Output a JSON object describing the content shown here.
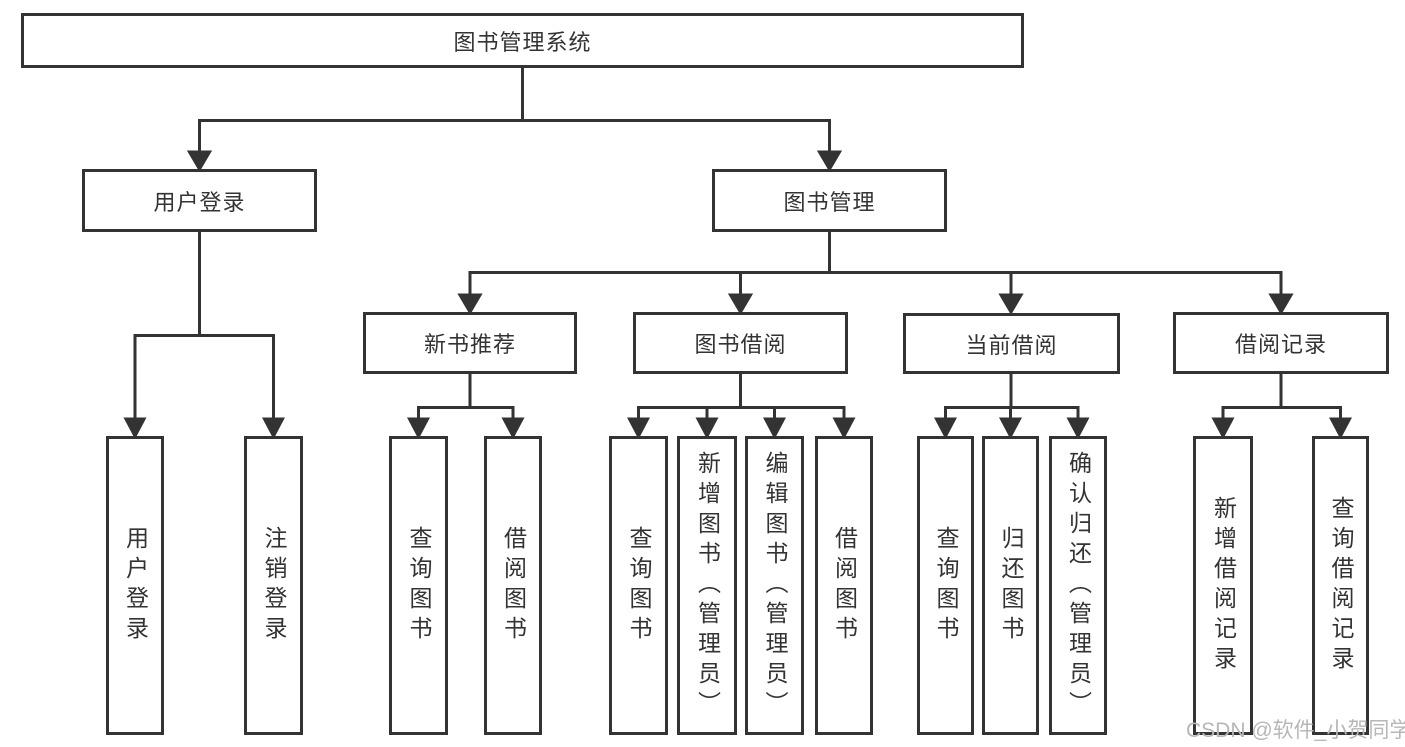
{
  "nodes": {
    "root": {
      "label": "图书管理系统"
    },
    "user_login": {
      "label": "用户登录"
    },
    "book_mgmt": {
      "label": "图书管理"
    },
    "new_book_rec": {
      "label": "新书推荐"
    },
    "book_borrow": {
      "label": "图书借阅"
    },
    "current_borrow": {
      "label": "当前借阅"
    },
    "borrow_records": {
      "label": "借阅记录"
    },
    "ul_login": {
      "label": "用户登录"
    },
    "ul_logout": {
      "label": "注销登录"
    },
    "nb_search": {
      "label": "查询图书"
    },
    "nb_borrow": {
      "label": "借阅图书"
    },
    "bb_search": {
      "label": "查询图书"
    },
    "bb_add": {
      "label": "新增图书（管理员）"
    },
    "bb_edit": {
      "label": "编辑图书（管理员）"
    },
    "bb_borrow": {
      "label": "借阅图书"
    },
    "cb_search": {
      "label": "查询图书"
    },
    "cb_return": {
      "label": "归还图书"
    },
    "cb_confirm": {
      "label": "确认归还（管理员）"
    },
    "br_add": {
      "label": "新增借阅记录"
    },
    "br_search": {
      "label": "查询借阅记录"
    }
  },
  "hierarchy": {
    "root_children": [
      "用户登录",
      "图书管理"
    ],
    "user_login_children": [
      "用户登录",
      "注销登录"
    ],
    "book_mgmt_children": [
      "新书推荐",
      "图书借阅",
      "当前借阅",
      "借阅记录"
    ],
    "new_book_rec_children": [
      "查询图书",
      "借阅图书"
    ],
    "book_borrow_children": [
      "查询图书",
      "新增图书（管理员）",
      "编辑图书（管理员）",
      "借阅图书"
    ],
    "current_borrow_children": [
      "查询图书",
      "归还图书",
      "确认归还（管理员）"
    ],
    "borrow_records_children": [
      "新增借阅记录",
      "查询借阅记录"
    ]
  },
  "watermark": {
    "text": "CSDN @软件_小贺同学"
  },
  "colors": {
    "line": "#333333",
    "text": "#333333",
    "box_background": "#ffffff",
    "watermark": "#b7b7b7",
    "background": "#ffffff"
  }
}
